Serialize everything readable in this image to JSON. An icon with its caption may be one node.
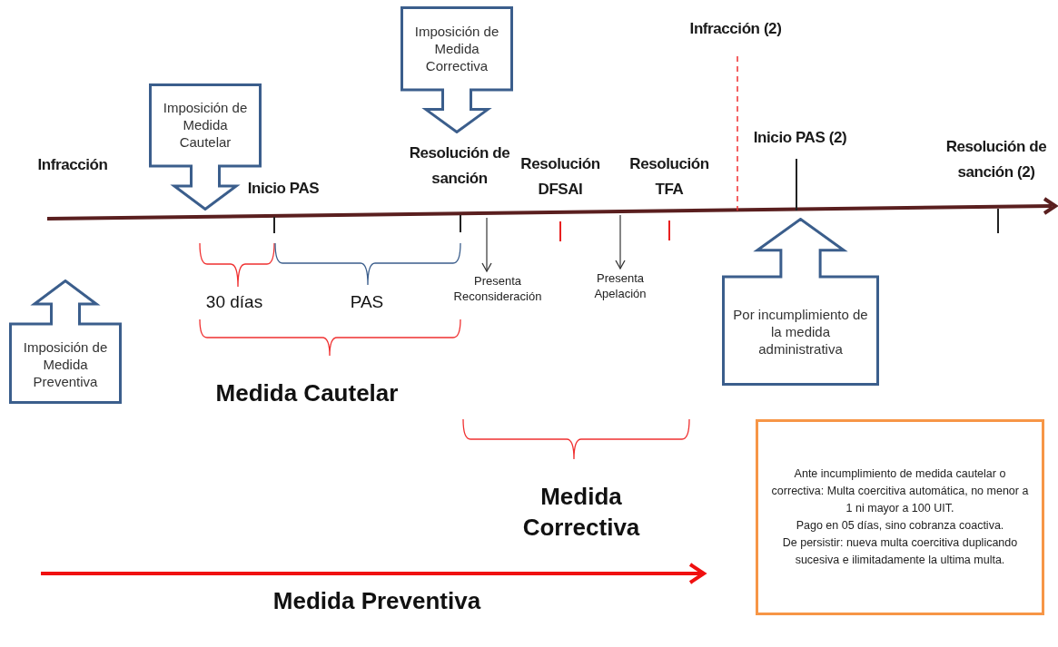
{
  "diagram": {
    "nodes": [
      {
        "text": [
          "Imposición de Medida Cautelar"
        ]
      },
      {
        "text": [
          "Imposición de Medida Correctiva"
        ]
      },
      {
        "text": [
          "Imposición de Medida Preventiva"
        ]
      },
      {
        "text": [
          "Por incumplimiento de la medida administrativa"
        ]
      },
      {
        "text": [
          "Presenta Reconsideración"
        ]
      },
      {
        "text": [
          "Presenta Apelación"
        ]
      },
      {
        "text": [
          "Ante incumplimiento de medida cautelar o correctiva: Multa coercitiva automática, no menor a 1 ni mayor a 100 UIT.",
          "Pago en 05 días, sino cobranza coactiva.",
          "De persistir: nueva multa coercitiva duplicando sucesiva e ilimitadamente la ultima multa."
        ]
      }
    ],
    "edges": [
      {
        "from": null,
        "to": 4,
        "arrow": "to"
      },
      {
        "from": null,
        "to": 5,
        "arrow": "to"
      }
    ],
    "labels": [
      "Infracción (2)",
      "Infracción",
      "Inicio PAS",
      "Resolución de sanción",
      "Resolución DFSAI",
      "Resolución TFA",
      "Inicio PAS (2)",
      "Resolución de sanción (2)",
      "30 días",
      "PAS",
      "Medida Cautelar",
      "Medida Correctiva",
      "Medida Preventiva"
    ]
  }
}
